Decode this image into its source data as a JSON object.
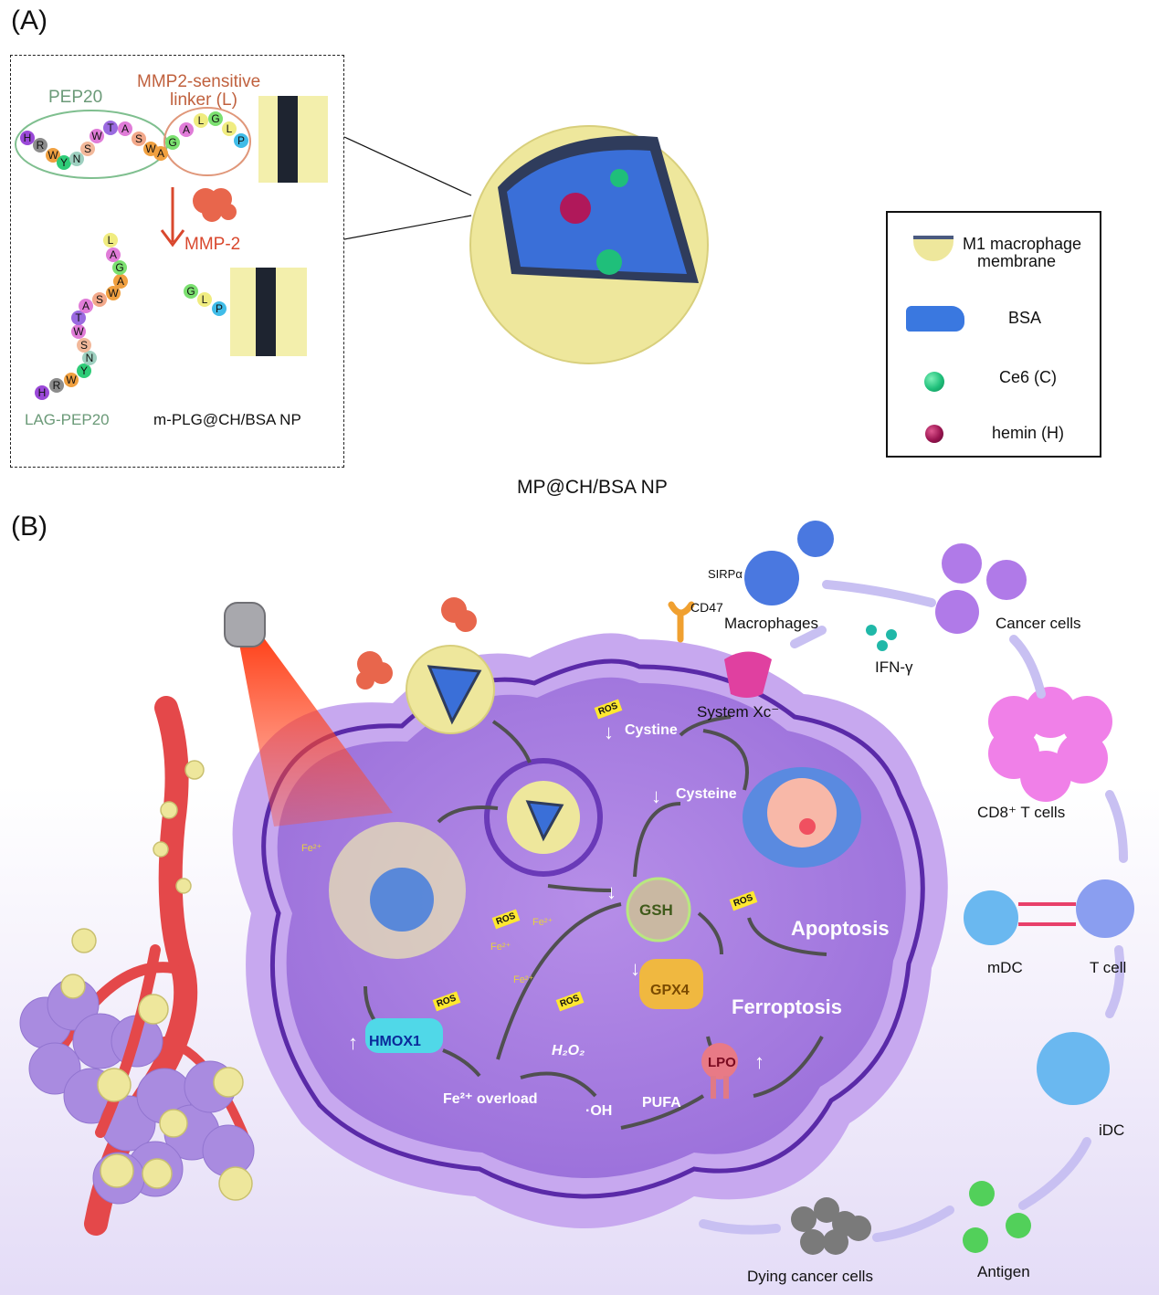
{
  "panelA": {
    "label": "(A)",
    "pep20_label": "PEP20",
    "linker_label_line1": "MMP2-sensitive",
    "linker_label_line2": "linker (L)",
    "pep20_sequence": [
      "H",
      "R",
      "W",
      "Y",
      "N",
      "S",
      "W",
      "T",
      "A",
      "S",
      "W",
      "A"
    ],
    "linker_sequence": [
      "G",
      "A",
      "L",
      "G",
      "L",
      "P"
    ],
    "enzyme_label": "MMP-2",
    "cleaved_peptide_sequence": [
      "H",
      "R",
      "W",
      "Y",
      "N",
      "S",
      "W",
      "T",
      "A",
      "S",
      "W",
      "A",
      "G",
      "A",
      "L"
    ],
    "remaining_linker_sequence": [
      "G",
      "L",
      "P"
    ],
    "cleaved_peptide_label": "LAG-PEP20",
    "remaining_np_label": "m-PLG@CH/BSA NP",
    "nanoparticle_label": "MP@CH/BSA NP",
    "legend": [
      {
        "icon": "membrane-icon",
        "label_line1": "M1 macrophage",
        "label_line2": "membrane"
      },
      {
        "icon": "bsa-protein-icon",
        "label_line1": "BSA",
        "label_line2": ""
      },
      {
        "icon": "ce6-sphere-icon",
        "label_line1": "Ce6 (C)",
        "label_line2": ""
      },
      {
        "icon": "hemin-sphere-icon",
        "label_line1": "hemin (H)",
        "label_line2": ""
      }
    ]
  },
  "panelB": {
    "label": "(B)",
    "receptors": {
      "sirpa": "SIRPα",
      "cd47": "CD47"
    },
    "macrophages": "Macrophages",
    "ifn": "IFN-γ",
    "cancer_cells": "Cancer cells",
    "system_xc": "System Xc⁻",
    "cystine": "Cystine",
    "cysteine": "Cysteine",
    "gsh": "GSH",
    "gpx4": "GPX4",
    "apoptosis": "Apoptosis",
    "ferroptosis": "Ferroptosis",
    "hmox1": "HMOX1",
    "fe_overload": "Fe²⁺ overload",
    "h2o2": "H₂O₂",
    "oh": "·OH",
    "pufa": "PUFA",
    "lpo": "LPO",
    "ros": "ROS",
    "fe": "Fe²⁺",
    "cd8": "CD8⁺ T cells",
    "mdc": "mDC",
    "tcell": "T cell",
    "idc": "iDC",
    "dying": "Dying cancer cells",
    "antigen": "Antigen",
    "down_arrow": "↓",
    "up_arrow": "↑"
  },
  "colors": {
    "pep20_green": "#6b9a78",
    "linker_orange": "#c0613e",
    "mmp2_red": "#d9482e",
    "membrane_yellow": "#eee79c",
    "bsa_blue": "#3a78e0",
    "ce6_green": "#1fbf7a",
    "hemin_purple": "#9a1450",
    "cell_purple": "#a97fe0",
    "vessel_red": "#e4484a"
  }
}
